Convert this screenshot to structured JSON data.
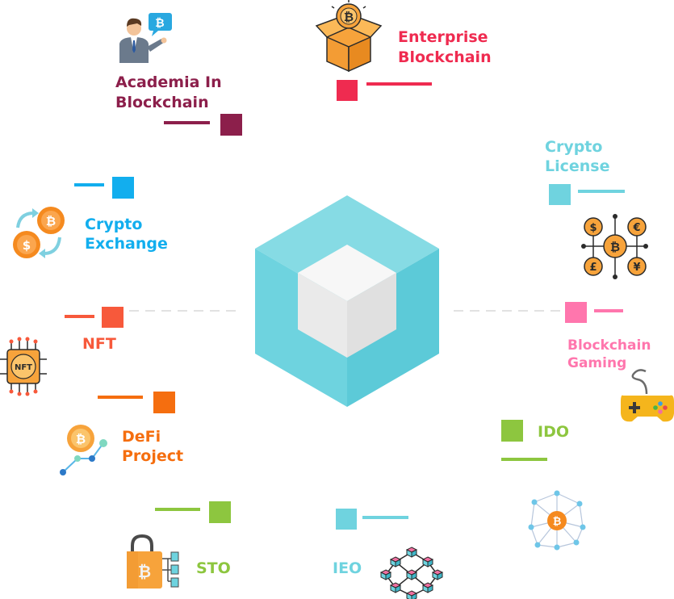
{
  "nodes": {
    "enterprise": {
      "line1": "Enterprise",
      "line2": "Blockchain",
      "color": "#ef2b50"
    },
    "academia": {
      "line1": "Academia In",
      "line2": "Blockchain",
      "color": "#8c1f4b"
    },
    "crypto_license": {
      "line1": "Crypto",
      "line2": "License",
      "color": "#6fd3df"
    },
    "crypto_exchange": {
      "line1": "Crypto",
      "line2": "Exchange",
      "color": "#12aeee"
    },
    "nft": {
      "line1": "NFT",
      "color": "#f7593b"
    },
    "blockchain_gaming": {
      "line1": "Blockchain",
      "line2": "Gaming",
      "color": "#ff76ad"
    },
    "defi": {
      "line1": "DeFi",
      "line2": "Project",
      "color": "#f56e0f"
    },
    "ido": {
      "line1": "IDO",
      "color": "#8dc63f"
    },
    "sto": {
      "line1": "STO",
      "color": "#8dc63f"
    },
    "ieo": {
      "line1": "IEO",
      "color": "#6fd3df"
    }
  },
  "icons": {
    "bitcoin_symbol": "₿",
    "nft_chip_text": "NFT",
    "dollar": "$",
    "euro": "€",
    "pound": "£",
    "yen": "¥"
  },
  "center": {
    "icon": "cube-icon",
    "outer_color": "#68cfdc",
    "inner_color": "#eeeeee"
  }
}
